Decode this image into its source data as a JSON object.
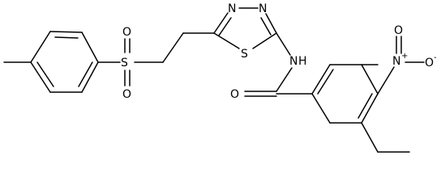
{
  "molecule": {
    "atom_labels": {
      "s_sulfonyl": "S",
      "o_sulfonyl_top": "O",
      "o_sulfonyl_bottom": "O",
      "n_thiadiazole_left": "N",
      "n_thiadiazole_right": "N",
      "s_thiadiazole": "S",
      "n_amide": "N",
      "h_amide": "H",
      "o_amide": "O",
      "n_nitro": "N",
      "n_nitro_charge": "+",
      "o_nitro_top": "O",
      "o_nitro_right": "O",
      "o_nitro_charge": "-"
    },
    "colors": {
      "bond": "#000000",
      "label": "#000000",
      "background": "#ffffff"
    }
  }
}
